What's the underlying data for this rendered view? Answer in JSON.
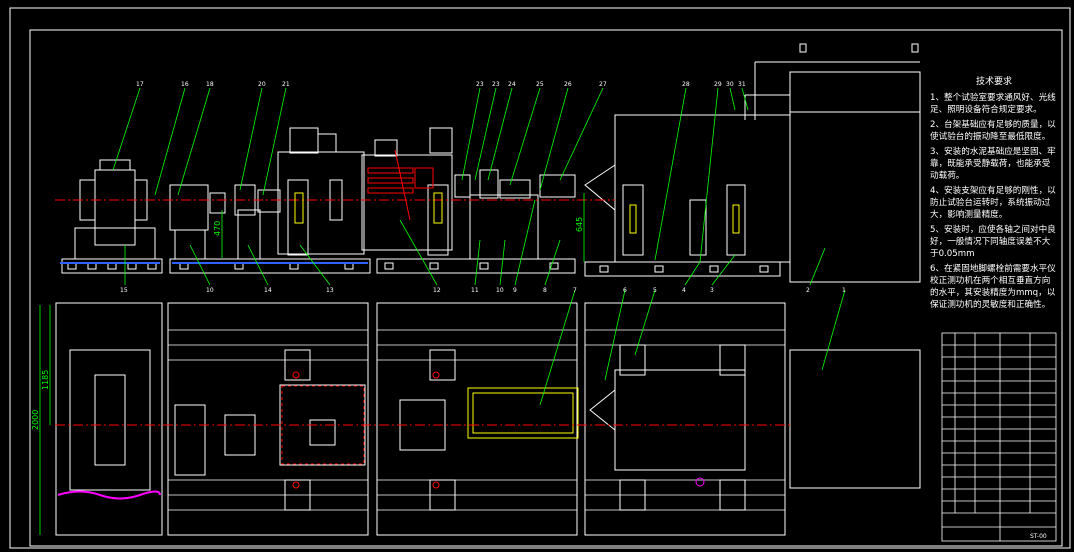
{
  "tech_requirements": {
    "title": "技术要求",
    "items": [
      "1、整个试验室要求通风好、光线足、照明设备符合规定要求。",
      "2、台架基础应有足够的质量，以使试验台的振动降至最低限度。",
      "3、安装的水泥基础应是坚固、牢靠，既能承受静载荷，也能承受动载荷。",
      "4、安装支架应有足够的刚性，以防止试验台运转时，系统振动过大，影响测量精度。",
      "5、安装时，应使各轴之间对中良好，一般情况下同轴度误差不大于0.05mm",
      "6、在紧固地脚螺栓前需要水平仪校正测功机在两个相互垂直方向的水平，其安装精度为mmq，以保证测功机的灵敏度和正确性。"
    ]
  },
  "part_numbers_top": [
    "17",
    "16",
    "18",
    "20",
    "21",
    "23",
    "23",
    "24",
    "25",
    "26",
    "27",
    "28",
    "29",
    "30",
    "31"
  ],
  "part_numbers_bottom": [
    "15",
    "10",
    "14",
    "13",
    "12",
    "11",
    "10",
    "9",
    "8",
    "7",
    "6",
    "5",
    "4",
    "3",
    "2",
    "1"
  ],
  "dimensions": {
    "height_a": "470",
    "height_b": "645",
    "width_a": "1185",
    "width_b": "2000"
  },
  "title_block": {
    "drawing_no": "ST-00"
  },
  "colors": {
    "line": "#ffffff",
    "leader": "#00ff00",
    "center": "#ff0000",
    "highlight": "#ffff00",
    "accent": "#ff00ff",
    "blue": "#3060ff"
  }
}
